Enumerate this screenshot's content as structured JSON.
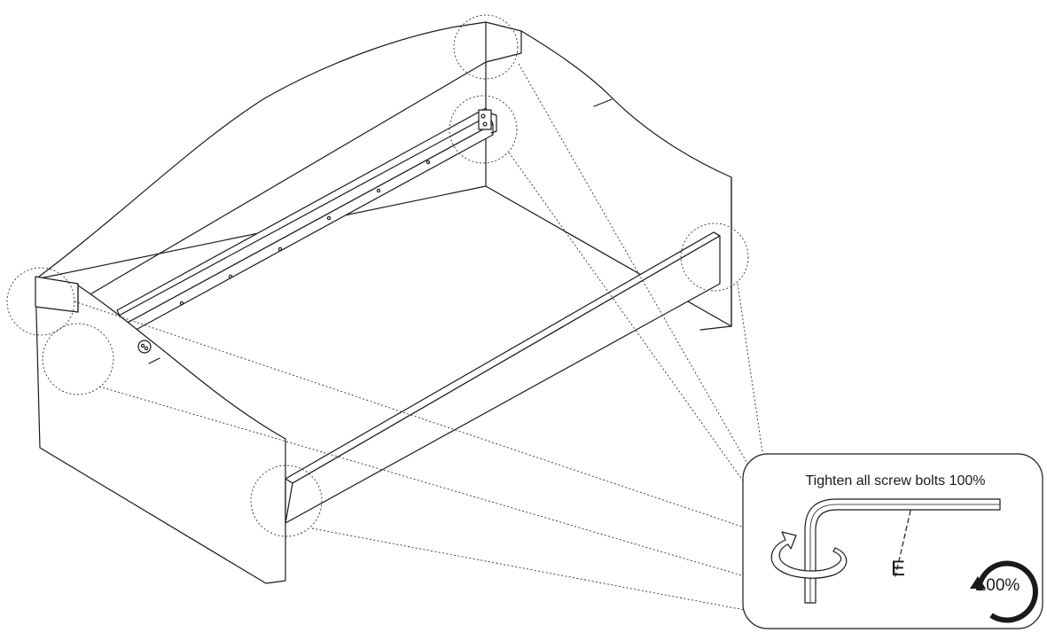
{
  "callout": {
    "instruction": "Tighten all screw bolts 100%",
    "tool_label": "E",
    "torque_label": "100%"
  },
  "icons": [
    "allen-key-icon",
    "rotate-arrow-icon",
    "percent-circle-arrow-icon"
  ],
  "colors": {
    "line": "#1a1a1a",
    "background": "#ffffff"
  }
}
